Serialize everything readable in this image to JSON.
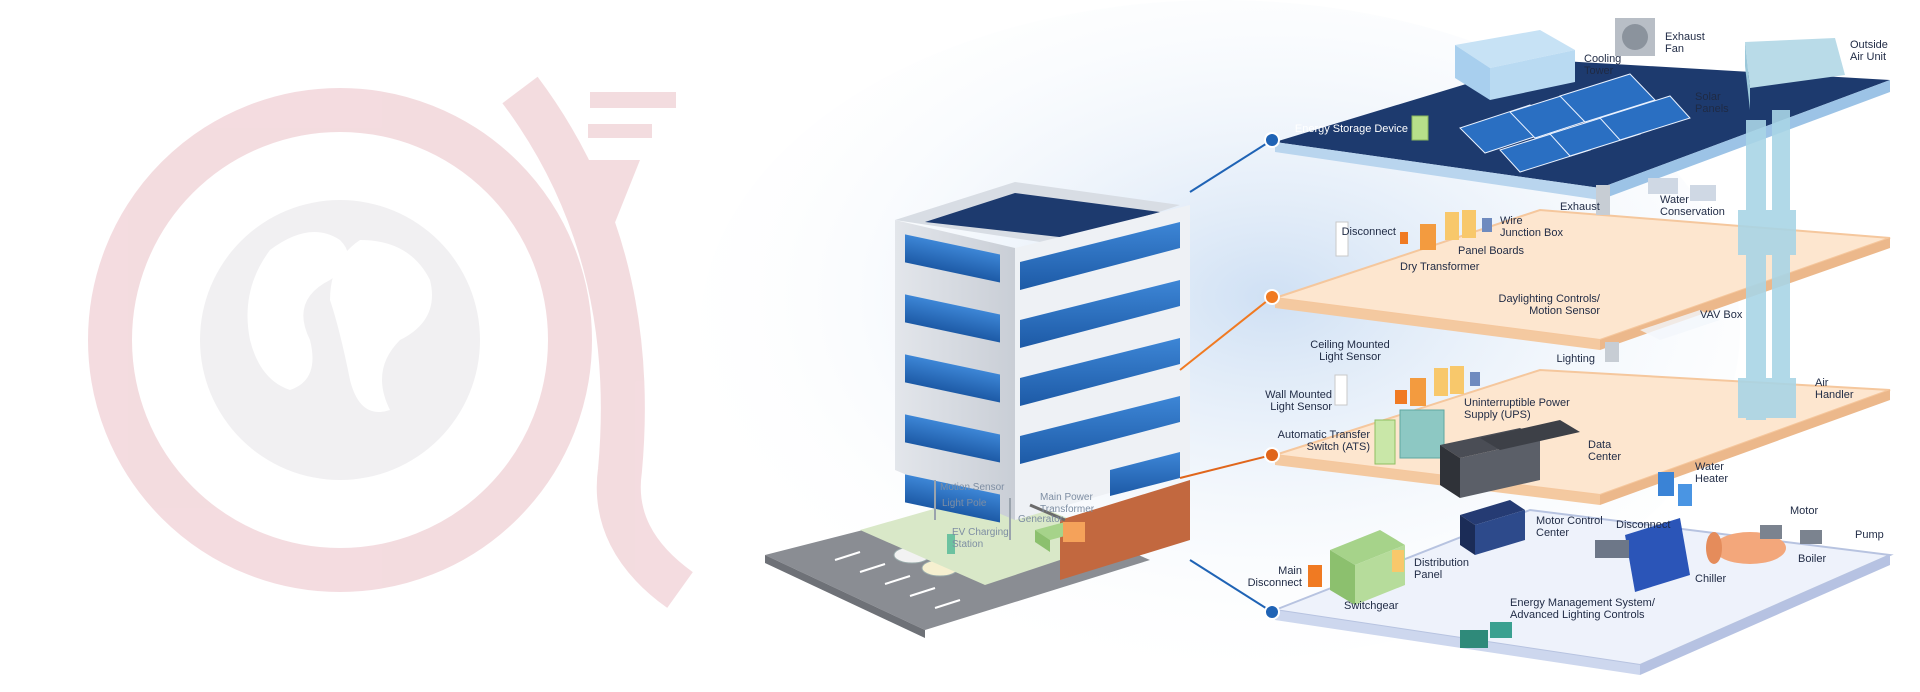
{
  "colors": {
    "roof": "#1d3a6e",
    "floor_warm": "#fde6cf",
    "floor_cool": "#e6ecf8",
    "glass": "#2a6fc2",
    "accent_orange": "#f07a22",
    "accent_green": "#9ccf62",
    "accent_blue": "#1f63b5",
    "logo_pink": "#f2d6da",
    "logo_gray": "#e9e8ea"
  },
  "roof_labels": {
    "cooling_tower": [
      "Cooling",
      "Tower"
    ],
    "exhaust_fan": [
      "Exhaust",
      "Fan"
    ],
    "outside_air_unit": [
      "Outside",
      "Air Unit"
    ],
    "solar_panels": [
      "Solar",
      "Panels"
    ],
    "energy_storage": [
      "Energy Storage Device"
    ]
  },
  "floor2_labels": {
    "disconnect": [
      "Disconnect"
    ],
    "panel_boards": [
      "Panel Boards"
    ],
    "wire_junction_box": [
      "Wire",
      "Junction Box"
    ],
    "dry_transformer": [
      "Dry Transformer"
    ],
    "exhaust": [
      "Exhaust"
    ],
    "water_conservation": [
      "Water",
      "Conservation"
    ]
  },
  "floor1_labels": {
    "daylighting_controls": [
      "Daylighting Controls/",
      "Motion Sensor"
    ],
    "vav_box": [
      "VAV Box"
    ],
    "ceiling_light_sensor": [
      "Ceiling Mounted",
      "Light Sensor"
    ],
    "lighting": [
      "Lighting"
    ],
    "wall_light_sensor": [
      "Wall Mounted",
      "Light Sensor"
    ],
    "ups": [
      "Uninterruptible Power",
      "Supply (UPS)"
    ],
    "air_handler": [
      "Air",
      "Handler"
    ],
    "ats": [
      "Automatic Transfer",
      "Switch (ATS)"
    ],
    "data_center": [
      "Data",
      "Center"
    ]
  },
  "ground_labels": {
    "water_heater": [
      "Water",
      "Heater"
    ],
    "motor": [
      "Motor"
    ],
    "pump": [
      "Pump"
    ],
    "disconnect": [
      "Disconnect"
    ],
    "motor_control_center": [
      "Motor Control",
      "Center"
    ],
    "boiler": [
      "Boiler"
    ],
    "chiller": [
      "Chiller"
    ],
    "main_disconnect": [
      "Main",
      "Disconnect"
    ],
    "distribution_panel": [
      "Distribution",
      "Panel"
    ],
    "switchgear": [
      "Switchgear"
    ],
    "ems": [
      "Energy Management System/",
      "Advanced Lighting Controls"
    ]
  },
  "exterior_labels": {
    "motion_sensor": [
      "Motion Sensor"
    ],
    "light_pole": [
      "Light Pole"
    ],
    "main_power_transformer": [
      "Main Power",
      "Transformer"
    ],
    "generator": [
      "Generator"
    ],
    "ev_charging": [
      "EV Charging",
      "Station"
    ]
  }
}
